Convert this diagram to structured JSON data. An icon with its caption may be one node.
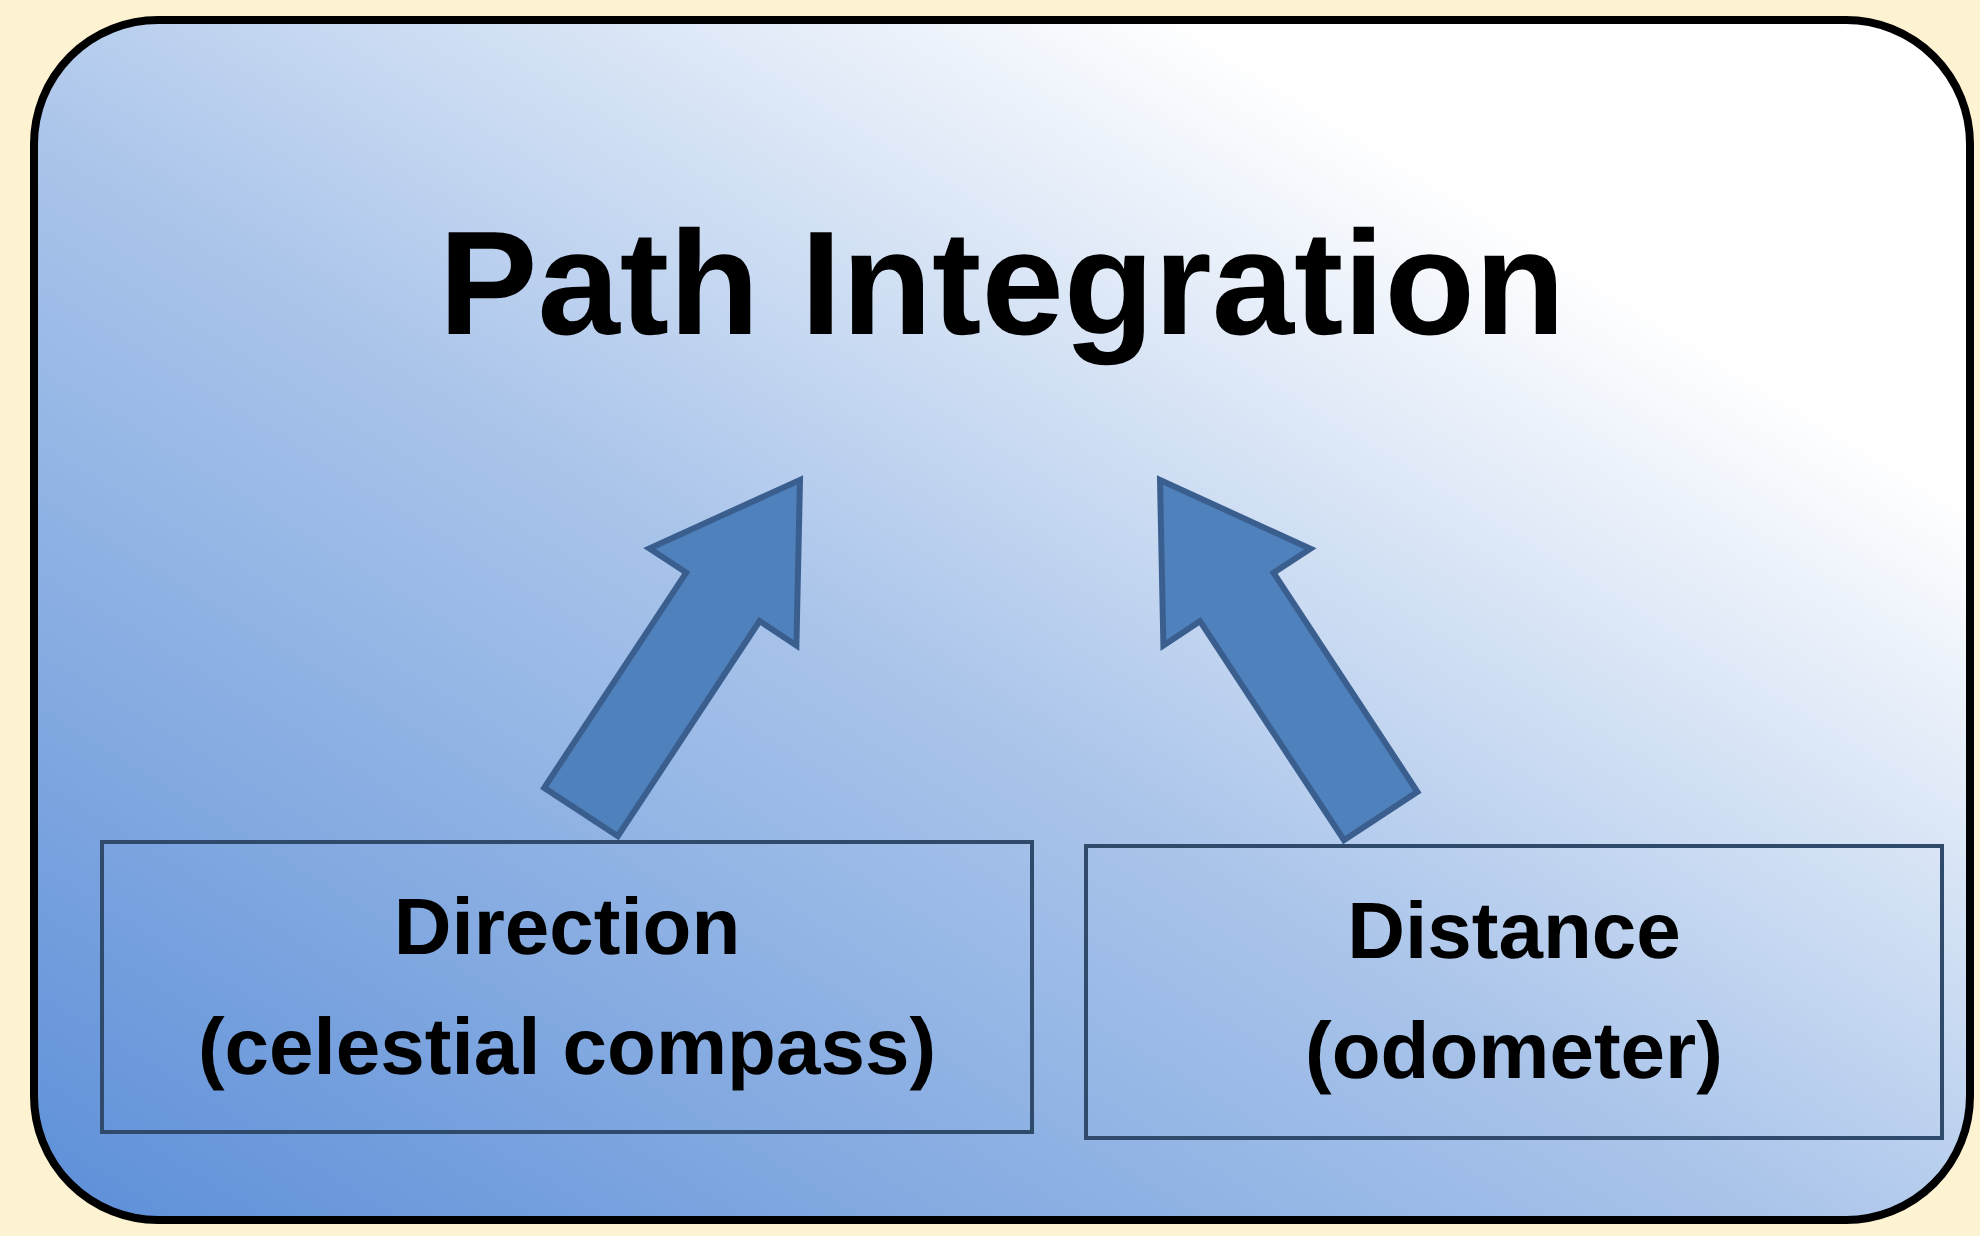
{
  "diagram": {
    "nodes": [
      {
        "text": [
          "Path Integration"
        ]
      },
      {
        "text": [
          "Direction",
          "(celestial compass)"
        ],
        "in": 0
      },
      {
        "text": [
          "Distance",
          "(odometer)"
        ],
        "in": 0
      }
    ],
    "edges": [
      {
        "from": 1,
        "to": 0,
        "arrow": "to",
        "style": "thick"
      },
      {
        "from": 2,
        "to": 0,
        "arrow": "to",
        "style": "thick"
      }
    ]
  }
}
